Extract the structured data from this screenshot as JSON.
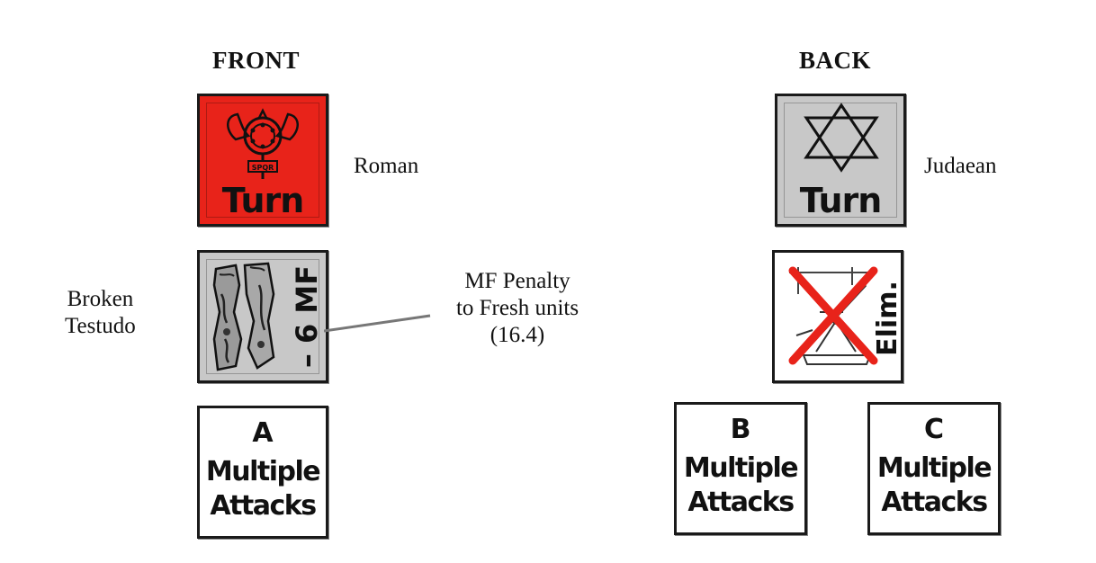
{
  "headings": {
    "front": "FRONT",
    "back": "BACK"
  },
  "front": {
    "turn_counter": {
      "text": "Turn",
      "color": "#e8231a",
      "emblem": "roman-eagle-icon",
      "emblem_text": "SPQR"
    },
    "turn_label": "Roman",
    "testudo_counter": {
      "text": "– 6 MF",
      "color": "#c8c8c8",
      "image": "broken-shield-icon"
    },
    "testudo_label": [
      "Broken",
      "Testudo"
    ],
    "callout": [
      "MF Penalty",
      "to Fresh units",
      "(16.4)"
    ],
    "multiple_attacks": {
      "letter": "A",
      "line1": "Multiple",
      "line2": "Attacks"
    }
  },
  "back": {
    "turn_counter": {
      "text": "Turn",
      "color": "#c8c8c8",
      "emblem": "star-of-david-icon"
    },
    "turn_label": "Judaean",
    "elim_counter": {
      "text": "Elim.",
      "image": "siege-engine-icon",
      "cross_color": "#e8231a"
    },
    "multiple_attacks": [
      {
        "letter": "B",
        "line1": "Multiple",
        "line2": "Attacks"
      },
      {
        "letter": "C",
        "line1": "Multiple",
        "line2": "Attacks"
      }
    ]
  }
}
